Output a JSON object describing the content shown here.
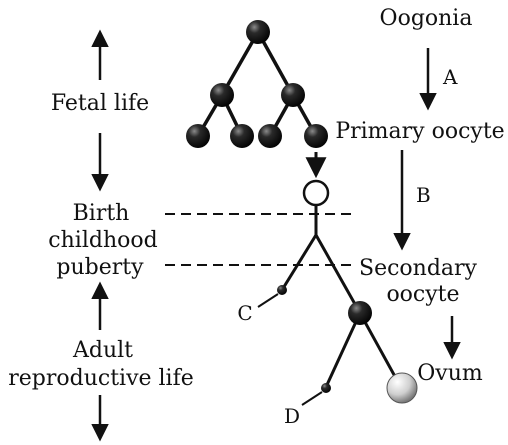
{
  "labels": {
    "oogonia": "Oogonia",
    "primary_oocyte": "Primary oocyte",
    "secondary_oocyte_line1": "Secondary",
    "secondary_oocyte_line2": "oocyte",
    "ovum": "Ovum",
    "step_a": "A",
    "step_b": "B",
    "polar_c": "C",
    "polar_d": "D",
    "fetal_life": "Fetal life",
    "birth": "Birth",
    "childhood": "childhood",
    "puberty": "puberty",
    "adult": "Adult",
    "reproductive_life": "reproductive life"
  },
  "colors": {
    "ink": "#111111",
    "cell_dark": "#1a1a1a",
    "ovum_fill": "#d0d0d0",
    "background": "#ffffff"
  }
}
